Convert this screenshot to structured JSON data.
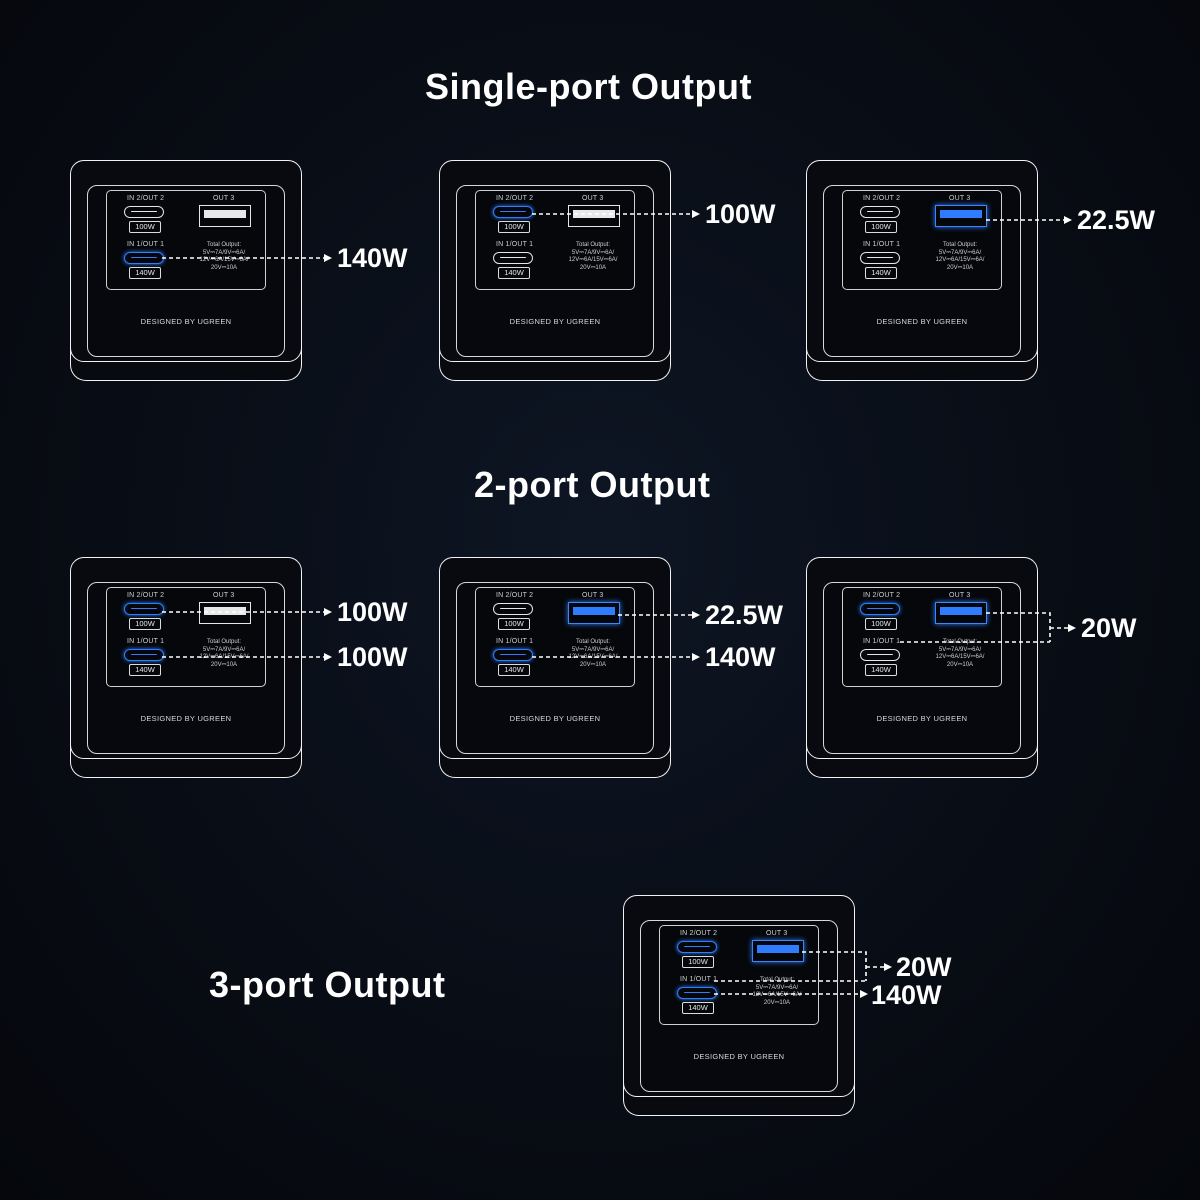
{
  "sections": {
    "single": "Single-port Output",
    "two": "2-port Output",
    "three": "3-port Output"
  },
  "device_text": {
    "in2_out2": "IN 2/OUT 2",
    "out3": "OUT 3",
    "in1_out1": "IN 1/OUT 1",
    "badge_100w": "100W",
    "badge_140w": "140W",
    "total_output": "Total Output:",
    "spec_line1": "5V⎓7A/9V⎓6A/",
    "spec_line2": "12V⎓6A/15V⎓6A/",
    "spec_line3": "20V⎓10A",
    "designed_by": "DESIGNED BY UGREEN"
  },
  "active_ports": [
    {
      "c2": false,
      "c1": true,
      "a": false
    },
    {
      "c2": true,
      "c1": false,
      "a": false
    },
    {
      "c2": false,
      "c1": false,
      "a": true
    },
    {
      "c2": true,
      "c1": true,
      "a": false
    },
    {
      "c2": false,
      "c1": true,
      "a": true
    },
    {
      "c2": true,
      "c1": false,
      "a": true
    },
    {
      "c2": true,
      "c1": true,
      "a": true
    }
  ],
  "output_labels": {
    "single_c1": "140W",
    "single_c2": "100W",
    "single_a": "22.5W",
    "two_cc_top": "100W",
    "two_cc_bottom": "100W",
    "two_ca_top": "22.5W",
    "two_ca_bottom": "140W",
    "two_c2a": "20W",
    "three_top": "20W",
    "three_bottom": "140W"
  },
  "colors": {
    "active_port": "#2f7cff",
    "line": "#ffffff",
    "background": "#080c14"
  }
}
